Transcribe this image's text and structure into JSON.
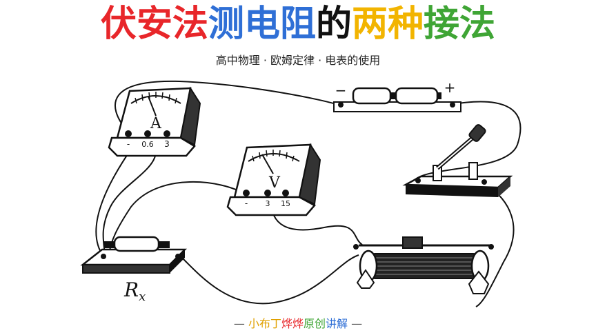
{
  "title": {
    "segments": [
      {
        "text": "伏安法",
        "color": "#e8262a"
      },
      {
        "text": "测电阻",
        "color": "#2f6fd6"
      },
      {
        "text": "的",
        "color": "#111111"
      },
      {
        "text": "两种",
        "color": "#f2b400"
      },
      {
        "text": "接法",
        "color": "#3fa535"
      }
    ]
  },
  "subtitle": "高中物理 · 欧姆定律 · 电表的使用",
  "ammeter": {
    "symbol": "A",
    "terminals": [
      "-",
      "0.6",
      "3"
    ]
  },
  "voltmeter": {
    "symbol": "V",
    "terminals": [
      "-",
      "3",
      "15"
    ]
  },
  "battery": {
    "minus": "−",
    "plus": "+"
  },
  "resistor_label": {
    "main": "R",
    "sub": "x"
  },
  "footer": {
    "dash_left": "—",
    "dash_right": "—",
    "segments": [
      {
        "text": "小布丁",
        "color": "#e0a000"
      },
      {
        "text": "烨烨",
        "color": "#e8262a"
      },
      {
        "text": "原创",
        "color": "#3fa535"
      },
      {
        "text": "讲解",
        "color": "#2f6fd6"
      }
    ]
  }
}
